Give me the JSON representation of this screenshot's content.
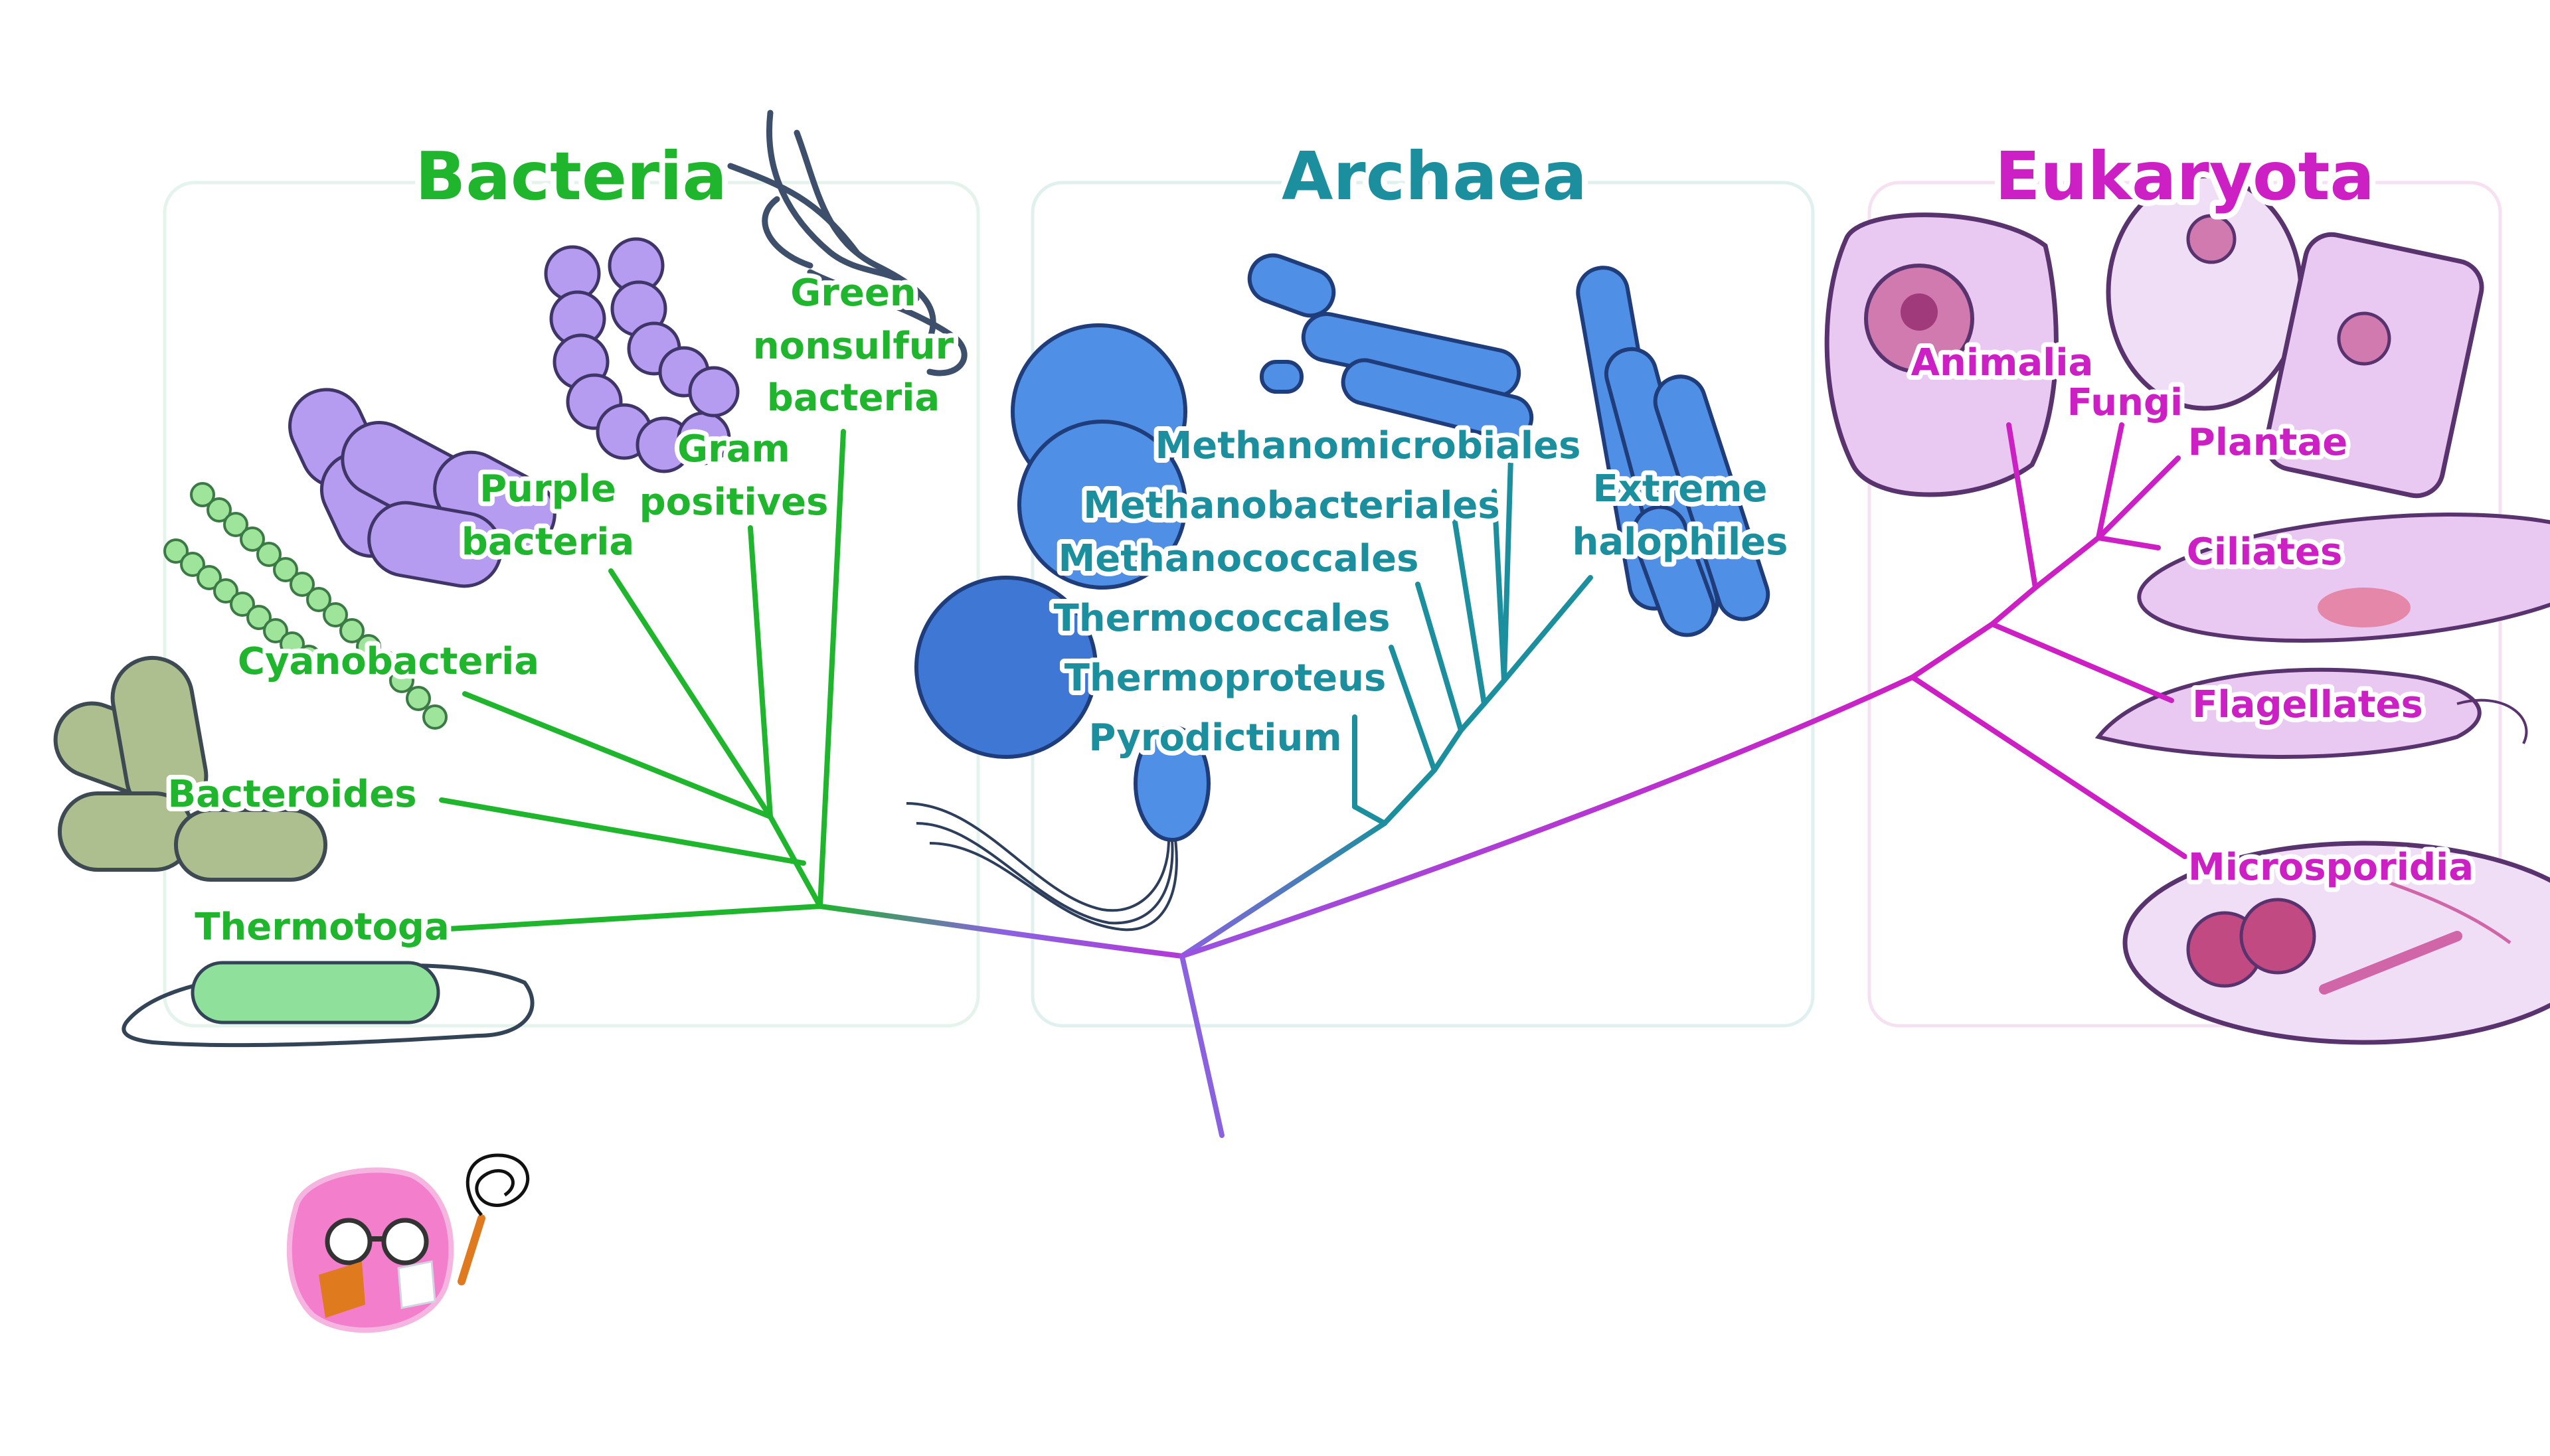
{
  "colors": {
    "bacteria": "#1fb52c",
    "archaea": "#1c8f9e",
    "eukaryota": "#cc1fc4",
    "root": "#8a62e0"
  },
  "domains": {
    "bacteria": "Bacteria",
    "archaea": "Archaea",
    "eukaryota": "Eukaryota"
  },
  "bacteria": {
    "green_nonsulfur": [
      "Green",
      "nonsulfur",
      "bacteria"
    ],
    "gram_positives": [
      "Gram",
      "positives"
    ],
    "purple_bacteria": [
      "Purple",
      "bacteria"
    ],
    "cyanobacteria": "Cyanobacteria",
    "bacteroides": "Bacteroides",
    "thermotoga": "Thermotoga"
  },
  "archaea": {
    "methanomicrobiales": "Methanomicrobiales",
    "methanobacteriales": "Methanobacteriales",
    "methanococcales": "Methanococcales",
    "thermococcales": "Thermococcales",
    "thermoproteus": "Thermoproteus",
    "pyrodictium": "Pyrodictium",
    "extreme_halophiles": [
      "Extreme",
      "halophiles"
    ]
  },
  "eukaryota": {
    "animalia": "Animalia",
    "fungi": "Fungi",
    "plantae": "Plantae",
    "ciliates": "Ciliates",
    "flagellates": "Flagellates",
    "microsporidia": "Microsporidia"
  }
}
